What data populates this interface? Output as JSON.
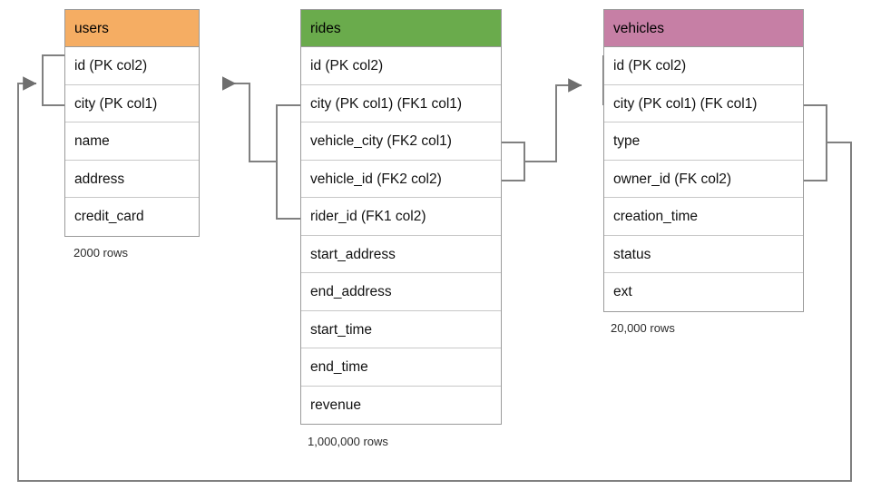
{
  "diagram": {
    "type": "entity-relationship-diagram",
    "background": "#ffffff",
    "line_color": "#808080",
    "tables": [
      {
        "name": "users",
        "header_color": "#F5AD63",
        "rows_label": "2000 rows",
        "columns": [
          "id (PK col2)",
          "city (PK col1)",
          "name",
          "address",
          "credit_card"
        ]
      },
      {
        "name": "rides",
        "header_color": "#6AAB4C",
        "rows_label": "1,000,000 rows",
        "columns": [
          "id (PK col2)",
          "city (PK col1) (FK1 col1)",
          "vehicle_city (FK2 col1)",
          "vehicle_id (FK2 col2)",
          "rider_id (FK1 col2)",
          "start_address",
          "end_address",
          "start_time",
          "end_time",
          "revenue"
        ]
      },
      {
        "name": "vehicles",
        "header_color": "#C67FA5",
        "rows_label": "20,000 rows",
        "columns": [
          "id (PK col2)",
          "city (PK col1) (FK col1)",
          "type",
          "owner_id (FK col2)",
          "creation_time",
          "status",
          "ext"
        ]
      }
    ],
    "relationships": [
      {
        "name": "rides-FK1-to-users",
        "from": "rides.city + rides.rider_id",
        "to": "users.id + users.city",
        "direction": "left"
      },
      {
        "name": "rides-FK2-to-vehicles",
        "from": "rides.vehicle_city + rides.vehicle_id",
        "to": "vehicles.id + vehicles.city",
        "direction": "right"
      },
      {
        "name": "vehicles-FK-to-users",
        "from": "vehicles.city + vehicles.owner_id",
        "to": "users.id + users.city",
        "direction": "around-bottom"
      }
    ]
  }
}
